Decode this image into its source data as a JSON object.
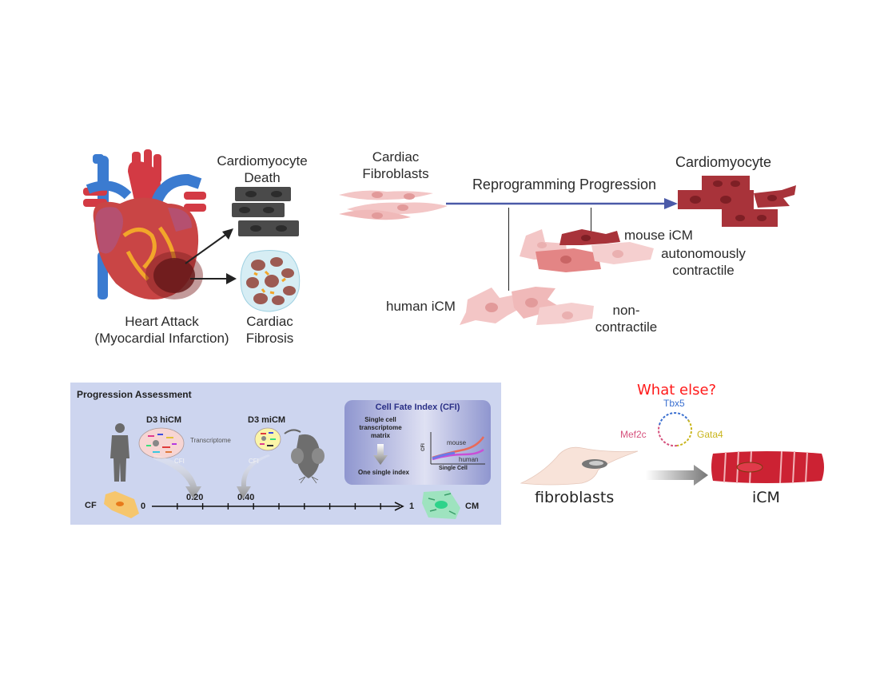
{
  "top_left": {
    "heart_label_line1": "Heart Attack",
    "heart_label_line2": "(Myocardial Infarction)",
    "death_label_line1": "Cardiomyocyte",
    "death_label_line2": "Death",
    "fibrosis_label_line1": "Cardiac",
    "fibrosis_label_line2": "Fibrosis"
  },
  "top_right": {
    "start_label_line1": "Cardiac",
    "start_label_line2": "Fibroblasts",
    "arrow_label": "Reprogramming Progression",
    "end_label": "Cardiomyocyte",
    "mouse_label_line1": "mouse iCM",
    "mouse_label_line2": "autonomously",
    "mouse_label_line3": "contractile",
    "human_label": "human iCM",
    "human_note_line1": "non-",
    "human_note_line2": "contractile",
    "colors": {
      "arrow": "#4b5aa8",
      "cardiomyocyte": "#a8333a",
      "fibroblast": "#f3c6c6"
    }
  },
  "assessment": {
    "title": "Progression Assessment",
    "hicm_label": "D3 hiCM",
    "micm_label": "D3 miCM",
    "transcriptome_label": "Transcriptome",
    "cfi_arrow_label_1": "CFI",
    "cfi_arrow_label_2": "CFI",
    "start_cell": "CF",
    "end_cell": "CM",
    "axis": {
      "min_label": "0",
      "max_label": "1",
      "marks": [
        {
          "label": "0.20",
          "value": 0.2
        },
        {
          "label": "0.40",
          "value": 0.4
        }
      ],
      "tick_count": 10
    },
    "cfi_box": {
      "title": "Cell Fate Index (CFI)",
      "text_line1": "Single cell",
      "text_line2": "transcriptome",
      "text_line3": "matrix",
      "result": "One single index",
      "mini_chart": {
        "ylabel": "CFI",
        "xlabel": "Single Cell",
        "series": [
          "mouse",
          "human"
        ]
      }
    },
    "background": "#cdd5ef"
  },
  "bottom_right": {
    "question": "What else?",
    "genes": [
      {
        "name": "Tbx5",
        "color": "#3a6fd0"
      },
      {
        "name": "Mef2c",
        "color": "#d6517d"
      },
      {
        "name": "Gata4",
        "color": "#c9b51c"
      }
    ],
    "from_label": "fibroblasts",
    "to_label": "iCM"
  }
}
